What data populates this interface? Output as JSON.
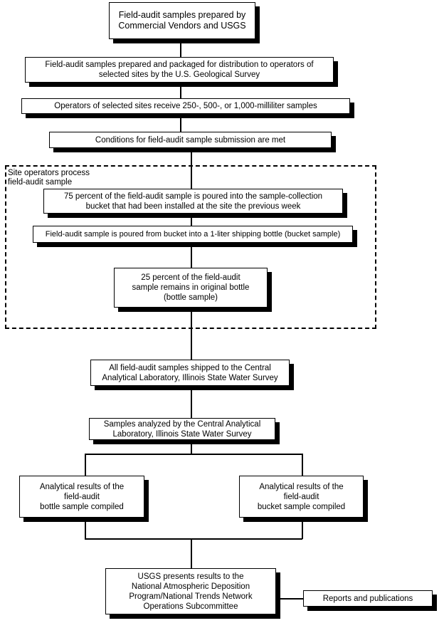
{
  "nodes": {
    "prepared_by": "Field-audit samples prepared by\nCommercial Vendors and USGS",
    "packaged": "Field-audit samples prepared and packaged for distribution to operators of\nselected sites by the U.S. Geological Survey",
    "receive": "Operators of selected sites receive  250-, 500-, or 1,000-milliliter samples",
    "conditions": "Conditions for field-audit sample submission are met",
    "poured_75": "75 percent of the field-audit sample is poured into the sample-collection\nbucket that had been installed at the site the previous week",
    "poured_bucket": "Field-audit sample is poured from bucket into a 1-liter shipping bottle (bucket sample)",
    "remains_25": "25 percent of the field-audit\nsample remains in original bottle\n(bottle sample)",
    "shipped": "All field-audit samples shipped to the Central\nAnalytical Laboratory, Illinois State Water Survey",
    "analyzed": "Samples analyzed by the Central Analytical\nLaboratory, Illinois State Water Survey",
    "bottle_results": "Analytical results of the\nfield-audit\nbottle sample compiled",
    "bucket_results": "Analytical results of the\nfield-audit\nbucket sample compiled",
    "usgs_presents": "USGS presents results to the\nNational Atmospheric Deposition\nProgram/National Trends Network\nOperations Subcommittee",
    "reports": "Reports and publications"
  },
  "group": {
    "label": "Site operators process\nfield-audit sample"
  }
}
